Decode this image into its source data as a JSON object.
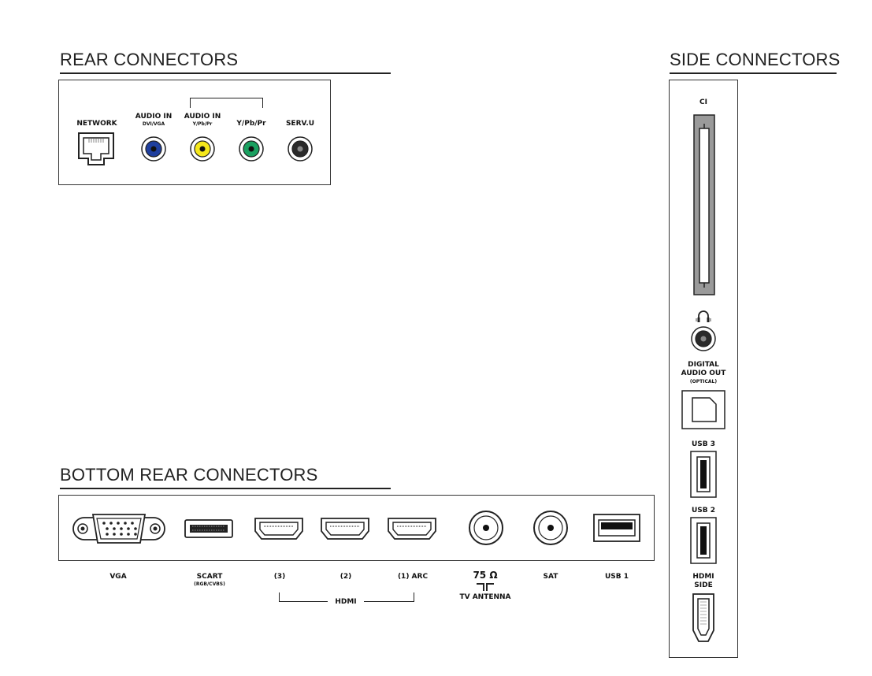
{
  "sections": {
    "rear_title": "REAR CONNECTORS",
    "side_title": "SIDE CONNECTORS",
    "bottom_title": "BOTTOM REAR CONNECTORS"
  },
  "rear": {
    "network": "NETWORK",
    "audio_in_dvi_label": "AUDIO IN",
    "audio_in_dvi_sub": "DVI/VGA",
    "audio_in_ypbpr_label": "AUDIO IN",
    "audio_in_ypbpr_sub": "Y/Pb/Pr",
    "ypbpr": "Y/Pb/Pr",
    "servu": "SERV.U",
    "colors": {
      "blue": "#1f3f9e",
      "yellow": "#f5e81a",
      "green": "#1aa060",
      "black": "#222222"
    }
  },
  "side": {
    "ci": "CI",
    "digital_audio_out_1": "DIGITAL",
    "digital_audio_out_2": "AUDIO OUT",
    "optical": "(OPTICAL)",
    "usb3": "USB 3",
    "usb2": "USB 2",
    "hdmi_side_1": "HDMI",
    "hdmi_side_2": "SIDE",
    "headphone_icon": "headphone-icon"
  },
  "bottom": {
    "vga": "VGA",
    "scart": "SCART",
    "scart_sub": "(RGB/CVBS)",
    "hdmi3": "(3)",
    "hdmi2": "(2)",
    "hdmi1": "(1) ARC",
    "hdmi_group": "HDMI",
    "ohm": "75 Ω",
    "tv_antenna": "TV ANTENNA",
    "sat": "SAT",
    "usb1": "USB 1"
  }
}
